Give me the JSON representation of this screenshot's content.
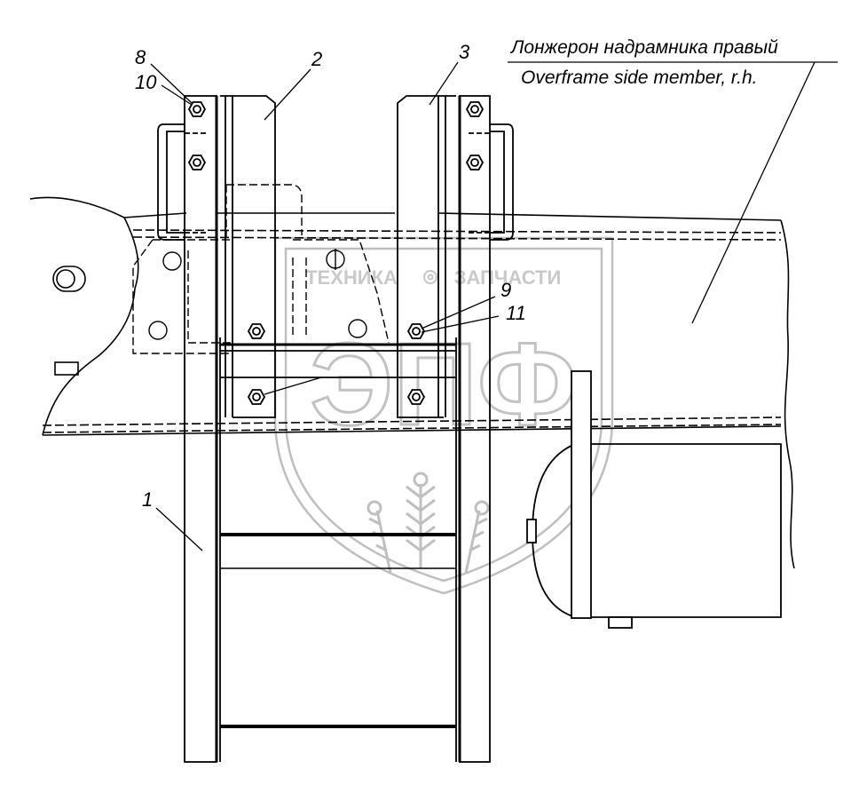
{
  "callouts": {
    "c1": "1",
    "c2": "2",
    "c3": "3",
    "c8": "8",
    "c9": "9",
    "c10": "10",
    "c11": "11"
  },
  "caption": {
    "ru": "Лонжерон надрамника правый",
    "en": "Overframe side member, r.h."
  },
  "watermark": {
    "big": "ЭПФ",
    "left": "ТЕХНИКА",
    "right": "ЗАПЧАСТИ"
  },
  "colors": {
    "line": "#000000",
    "watermark": "#b0b0b0",
    "background": "#ffffff"
  }
}
